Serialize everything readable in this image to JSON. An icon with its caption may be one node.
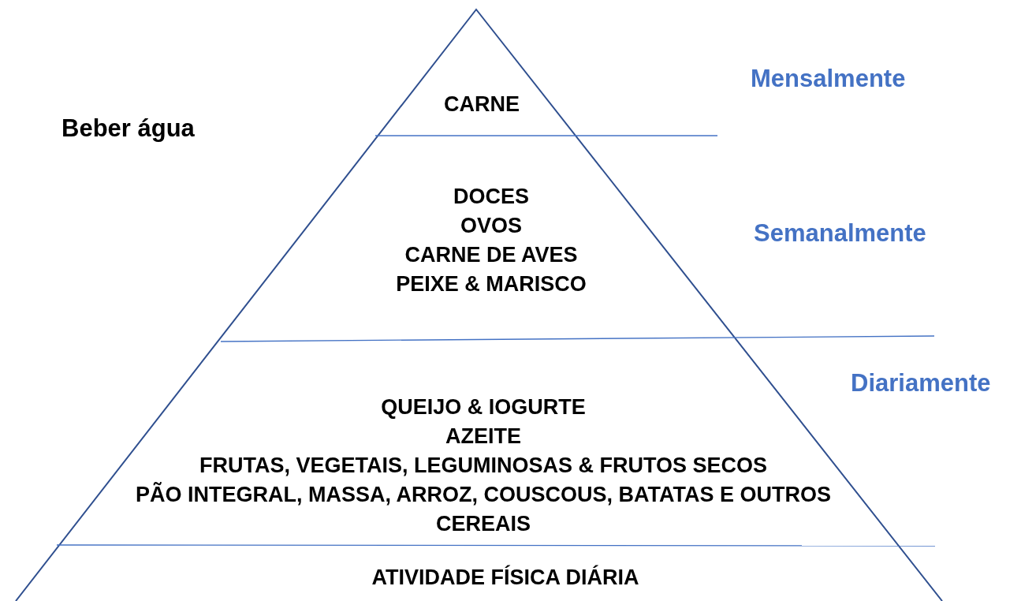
{
  "diagram": {
    "nodes": [
      {
        "text": [
          "CARNE"
        ]
      },
      {
        "text": [
          "DOCES",
          "OVOS",
          "CARNE DE AVES",
          "PEIXE & MARISCO"
        ]
      },
      {
        "text": [
          "QUEIJO & IOGURTE",
          "AZEITE",
          "FRUTAS, VEGETAIS, LEGUMINOSAS & FRUTOS SECOS",
          "PÃO INTEGRAL, MASSA, ARROZ, COUSCOUS, BATATAS E OUTROS CEREAIS"
        ]
      },
      {
        "text": [
          "ATIVIDADE FÍSICA DIÁRIA"
        ]
      }
    ],
    "labels": [
      "Beber água",
      "Mensalmente",
      "Semanalmente",
      "Diariamente"
    ]
  }
}
